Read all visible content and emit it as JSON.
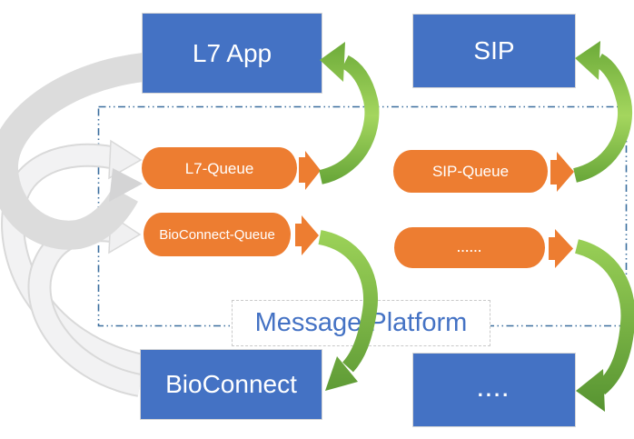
{
  "apps": {
    "l7": {
      "label": "L7 App"
    },
    "sip": {
      "label": "SIP"
    },
    "bioconnect": {
      "label": "BioConnect"
    },
    "other": {
      "label": "...."
    }
  },
  "queues": {
    "l7": {
      "label": "L7-Queue"
    },
    "sip": {
      "label": "SIP-Queue"
    },
    "bioconnect": {
      "label": "BioConnect-Queue"
    },
    "other": {
      "label": "......"
    }
  },
  "platform": {
    "label": "Message Platform"
  },
  "colors": {
    "app_box_fill": "#4472C4",
    "queue_fill": "#ED7D31",
    "green_arrow_light": "#A4D65E",
    "green_arrow_dark": "#5E9C33",
    "gray_arrow_light": "#F2F2F3",
    "gray_arrow_dark": "#DCDCDC",
    "platform_border": "#3A6E9E",
    "label_border": "#C9C9C9",
    "platform_label_text": "#4472C4"
  }
}
